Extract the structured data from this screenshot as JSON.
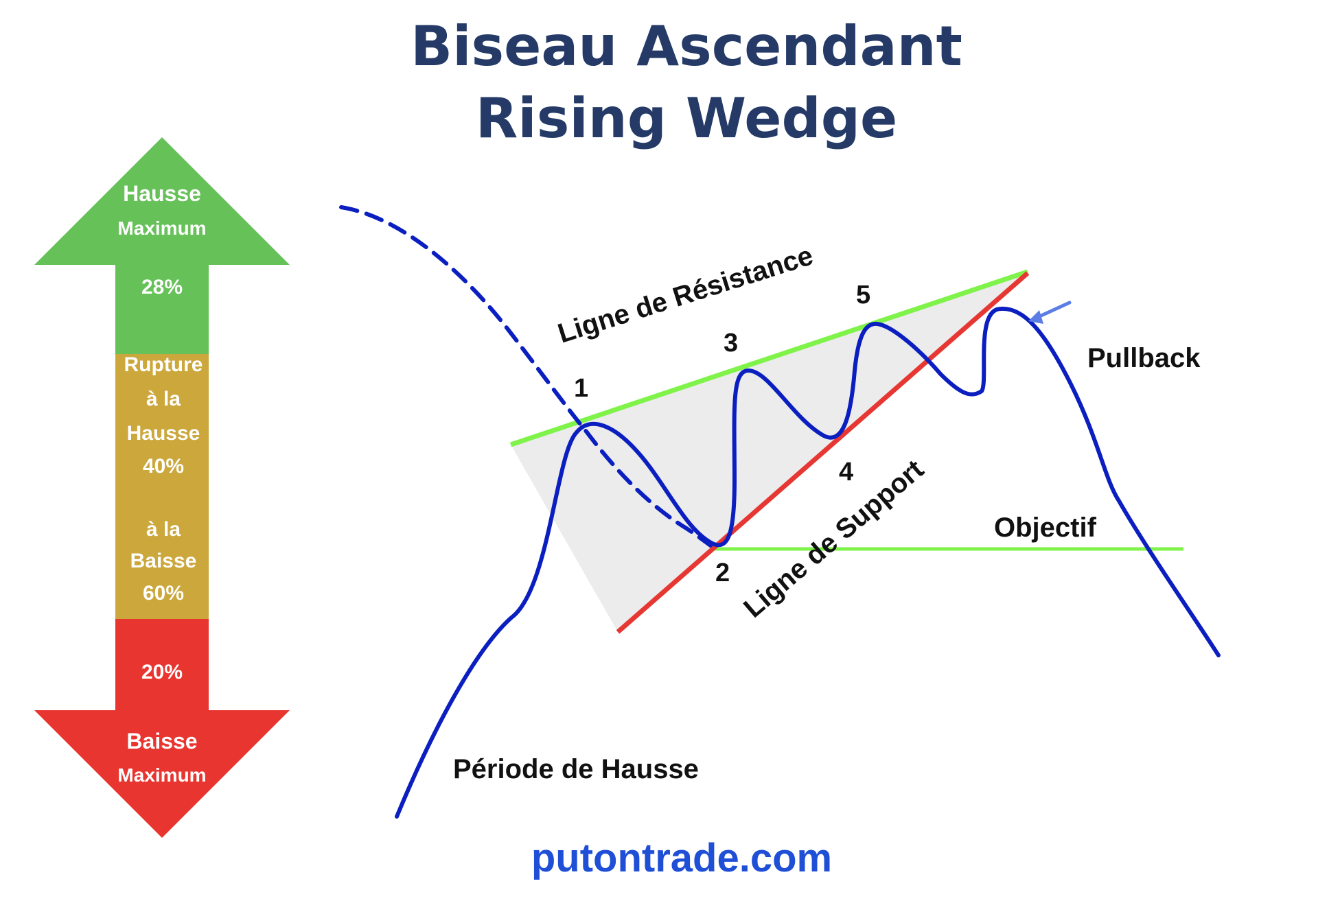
{
  "title": {
    "line1": "Biseau Ascendant",
    "line2": "Rising Wedge"
  },
  "arrow": {
    "up_label_1": "Hausse",
    "up_label_2": "Maximum",
    "up_percent": "28%",
    "mid_label_1": "Rupture",
    "mid_label_2": "à la",
    "mid_label_3": "Hausse",
    "mid_percent_up": "40%",
    "mid_label_4": "à la",
    "mid_label_5": "Baisse",
    "mid_percent_down": "60%",
    "down_percent": "20%",
    "down_label_1": "Baisse",
    "down_label_2": "Maximum",
    "colors": {
      "up": "#66c159",
      "middle": "#cba73c",
      "down": "#e93530"
    }
  },
  "diagram": {
    "resistance_label": "Ligne de Résistance",
    "support_label": "Ligne de Support",
    "objective_label": "Objectif",
    "pullback_label": "Pullback",
    "uptrend_label": "Période de Hausse",
    "points": [
      "1",
      "2",
      "3",
      "4",
      "5"
    ],
    "colors": {
      "price_line": "#0b1fc0",
      "resistance_line": "#7ff34a",
      "support_line": "#e73733",
      "objective_line": "#7ff34a",
      "wedge_fill": "#ececec",
      "pullback_arrow": "#5a7de6"
    }
  },
  "website": "putontrade.com"
}
